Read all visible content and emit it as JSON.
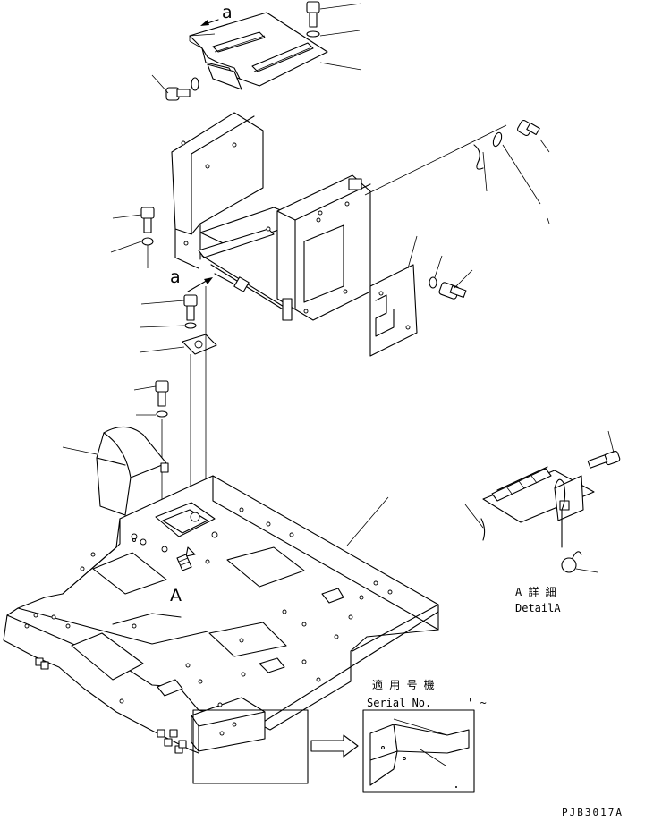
{
  "reference_letters": {
    "a_top": "a",
    "a_mid": "a",
    "A_view": "A"
  },
  "detail_caption": {
    "jp": "A 詳 細",
    "en": "DetailA"
  },
  "applicable_serial": {
    "jp": "適 用 号 機",
    "en": "Serial No.",
    "range": "' ~"
  },
  "drawing_number": "PJB3017A",
  "icons": [
    "bolt-icon",
    "washer-icon",
    "pin-icon",
    "arrow-icon"
  ]
}
